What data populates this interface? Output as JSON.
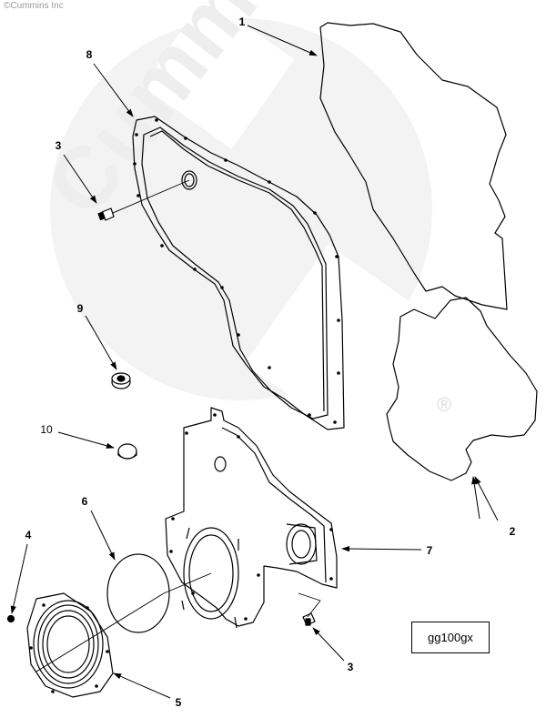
{
  "diagram": {
    "copyright": "©Cummins Inc",
    "watermark": "Cummins",
    "registered_mark": "®",
    "reference_code": "gg100gx",
    "callouts": [
      {
        "id": "c1",
        "label": "1"
      },
      {
        "id": "c2",
        "label": "2"
      },
      {
        "id": "c3a",
        "label": "3"
      },
      {
        "id": "c3b",
        "label": "3"
      },
      {
        "id": "c4",
        "label": "4"
      },
      {
        "id": "c5",
        "label": "5"
      },
      {
        "id": "c6",
        "label": "6"
      },
      {
        "id": "c7",
        "label": "7"
      },
      {
        "id": "c8",
        "label": "8"
      },
      {
        "id": "c9",
        "label": "9"
      },
      {
        "id": "c10",
        "label": "10"
      }
    ]
  }
}
